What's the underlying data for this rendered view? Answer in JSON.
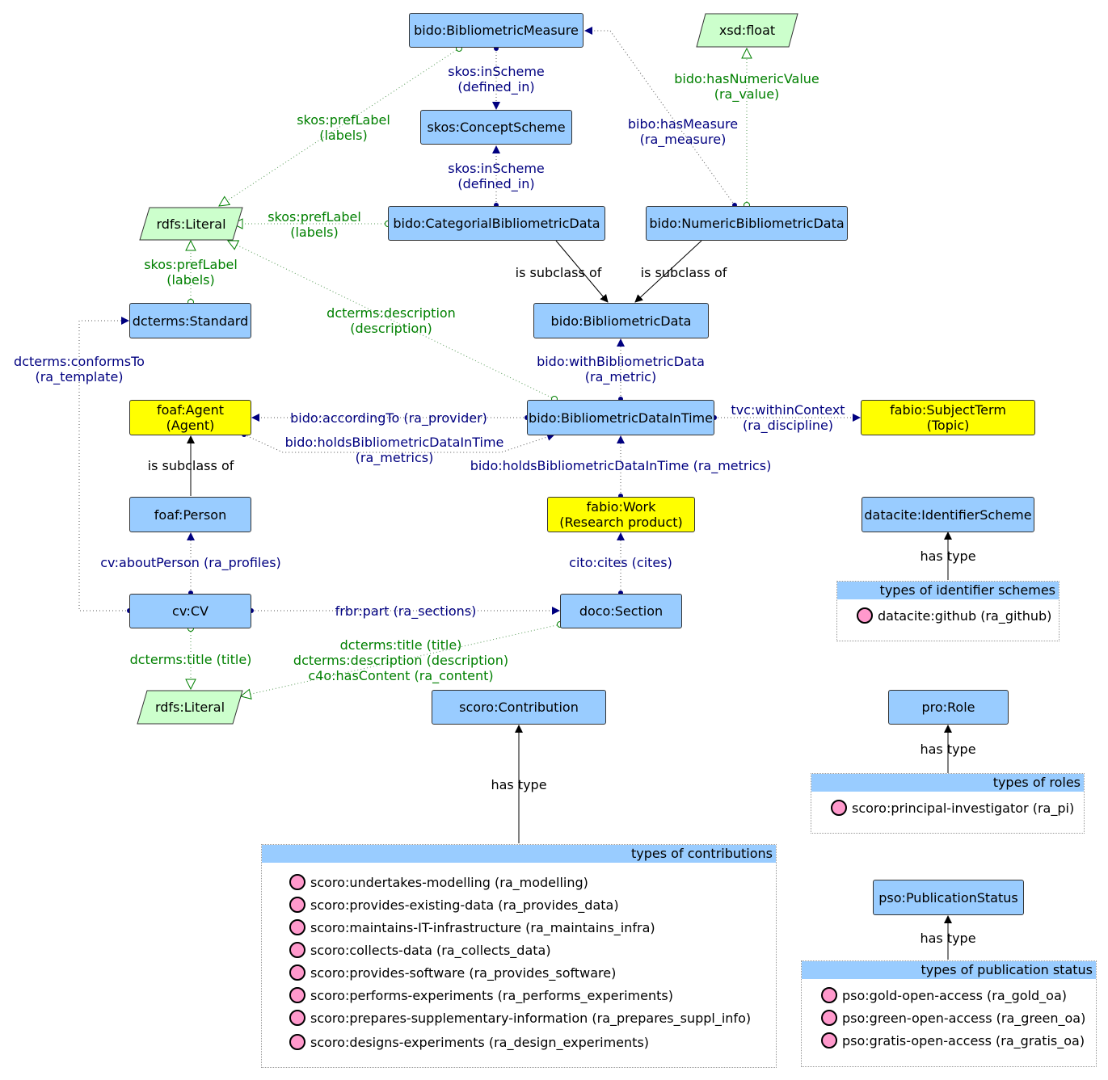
{
  "nodes": {
    "bibliometric_measure": "bido:BibliometricMeasure",
    "xsd_float": "xsd:float",
    "concept_scheme": "skos:ConceptScheme",
    "rdfs_literal_top": "rdfs:Literal",
    "categorial_data": "bido:CategorialBibliometricData",
    "numeric_data": "bido:NumericBibliometricData",
    "dcterms_standard": "dcterms:Standard",
    "bibliometric_data": "bido:BibliometricData",
    "foaf_agent": [
      "foaf:Agent",
      "(Agent)"
    ],
    "data_in_time": "bido:BibliometricDataInTime",
    "subject_term": [
      "fabio:SubjectTerm",
      "(Topic)"
    ],
    "foaf_person": "foaf:Person",
    "fabio_work": [
      "fabio:Work",
      "(Research product)"
    ],
    "identifier_scheme": "datacite:IdentifierScheme",
    "cv": "cv:CV",
    "doco_section": "doco:Section",
    "rdfs_literal_bottom": "rdfs:Literal",
    "contribution": "scoro:Contribution",
    "pro_role": "pro:Role",
    "publication_status": "pso:PublicationStatus"
  },
  "edge_labels": {
    "inscheme_1": [
      "skos:inScheme",
      "(defined_in)"
    ],
    "has_numeric_value": [
      "bido:hasNumericValue",
      "(ra_value)"
    ],
    "preflabel_1": [
      "skos:prefLabel",
      "(labels)"
    ],
    "has_measure": [
      "bibo:hasMeasure",
      "(ra_measure)"
    ],
    "inscheme_2": [
      "skos:inScheme",
      "(defined_in)"
    ],
    "preflabel_2": [
      "skos:prefLabel",
      "(labels)"
    ],
    "subclass_1": "is subclass of",
    "subclass_2": "is subclass of",
    "preflabel_3": [
      "skos:prefLabel",
      "(labels)"
    ],
    "description": [
      "dcterms:description",
      "(description)"
    ],
    "conforms_to": [
      "dcterms:conformsTo",
      "(ra_template)"
    ],
    "with_bibliometric_data": [
      "bido:withBibliometricData",
      "(ra_metric)"
    ],
    "according_to": "bido:accordingTo (ra_provider)",
    "within_context": [
      "tvc:withinContext",
      "(ra_discipline)"
    ],
    "holds_1": [
      "bido:holdsBibliometricDataInTime",
      "(ra_metrics)"
    ],
    "subclass_3": "is subclass of",
    "holds_2": "bido:holdsBibliometricDataInTime (ra_metrics)",
    "about_person": "cv:aboutPerson (ra_profiles)",
    "cito_cites": "cito:cites (cites)",
    "has_type_1": "has type",
    "frbr_part": "frbr:part (ra_sections)",
    "dcterms_title": "dcterms:title (title)",
    "section_props": [
      "dcterms:title (title)",
      "dcterms:description (description)",
      "c4o:hasContent (ra_content)"
    ],
    "has_type_2": "has type",
    "has_type_3": "has type",
    "has_type_4": "has type"
  },
  "boxes": {
    "identifier_schemes": {
      "title": "types of identifier schemes",
      "items": [
        "datacite:github (ra_github)"
      ]
    },
    "roles": {
      "title": "types of roles",
      "items": [
        "scoro:principal-investigator (ra_pi)"
      ]
    },
    "contributions": {
      "title": "types of contributions",
      "items": [
        "scoro:undertakes-modelling (ra_modelling)",
        "scoro:provides-existing-data (ra_provides_data)",
        "scoro:maintains-IT-infrastructure (ra_maintains_infra)",
        "scoro:collects-data (ra_collects_data)",
        "scoro:provides-software (ra_provides_software)",
        "scoro:performs-experiments (ra_performs_experiments)",
        "scoro:prepares-supplementary-information (ra_prepares_suppl_info)",
        "scoro:designs-experiments (ra_design_experiments)"
      ]
    },
    "publication_status": {
      "title": "types of publication status",
      "items": [
        "pso:gold-open-access (ra_gold_oa)",
        "pso:green-open-access (ra_green_oa)",
        "pso:gratis-open-access (ra_gratis_oa)"
      ]
    }
  },
  "colors": {
    "class_fill": "#99ccff",
    "external_fill": "#ffff00",
    "literal_fill": "#ccffcc",
    "object_property": "#000080",
    "datatype_property": "#008000",
    "individual_fill": "#ff99cc"
  }
}
